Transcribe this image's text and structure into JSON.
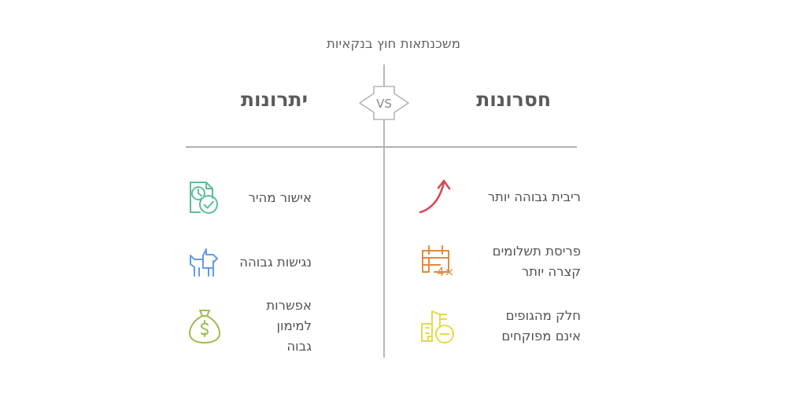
{
  "title": "משכנתאות חוץ בנקאיות",
  "vs_badge": {
    "label": "VS",
    "outline_color": "#b5b5b5",
    "fill_color": "#ffffff",
    "text_color": "#8a8a8a"
  },
  "divider": {
    "color": "#b8b8b8",
    "rule_color": "#b0b0b0"
  },
  "columns": {
    "pros": {
      "heading": "יתרונות",
      "side": "right-side-of-layout-left-visual",
      "items": [
        {
          "label": "אישור מהיר",
          "icon": "document-clock-check-icon",
          "color": "#5dbe96"
        },
        {
          "label": "נגישות גבוהה",
          "icon": "dog-icon",
          "color": "#6699e8"
        },
        {
          "label": "אפשרות למימון\nגבוה",
          "icon": "money-bag-icon",
          "color": "#9dbd4e"
        }
      ]
    },
    "cons": {
      "heading": "חסרונות",
      "items": [
        {
          "label": "ריבית גבוהה יותר",
          "icon": "rising-curved-arrow-icon",
          "color": "#d94a56"
        },
        {
          "label": "פריסת תשלומים\nקצרה יותר",
          "icon": "calendar-x4-icon",
          "color": "#e08b3c",
          "icon_badge": "×4"
        },
        {
          "label": "חלק מהגופים\nאינם מפוקחים",
          "icon": "buildings-minus-icon",
          "color": "#e8d84a"
        }
      ]
    }
  }
}
